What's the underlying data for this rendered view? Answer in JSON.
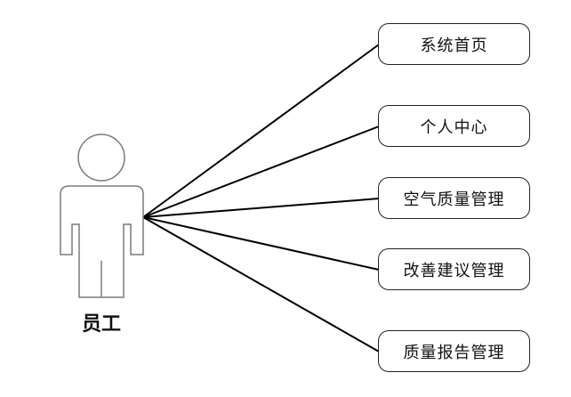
{
  "actor": {
    "name": "员工"
  },
  "use_cases": [
    {
      "label": "系统首页"
    },
    {
      "label": "个人中心"
    },
    {
      "label": "空气质量管理"
    },
    {
      "label": "改善建议管理"
    },
    {
      "label": "质量报告管理"
    }
  ]
}
